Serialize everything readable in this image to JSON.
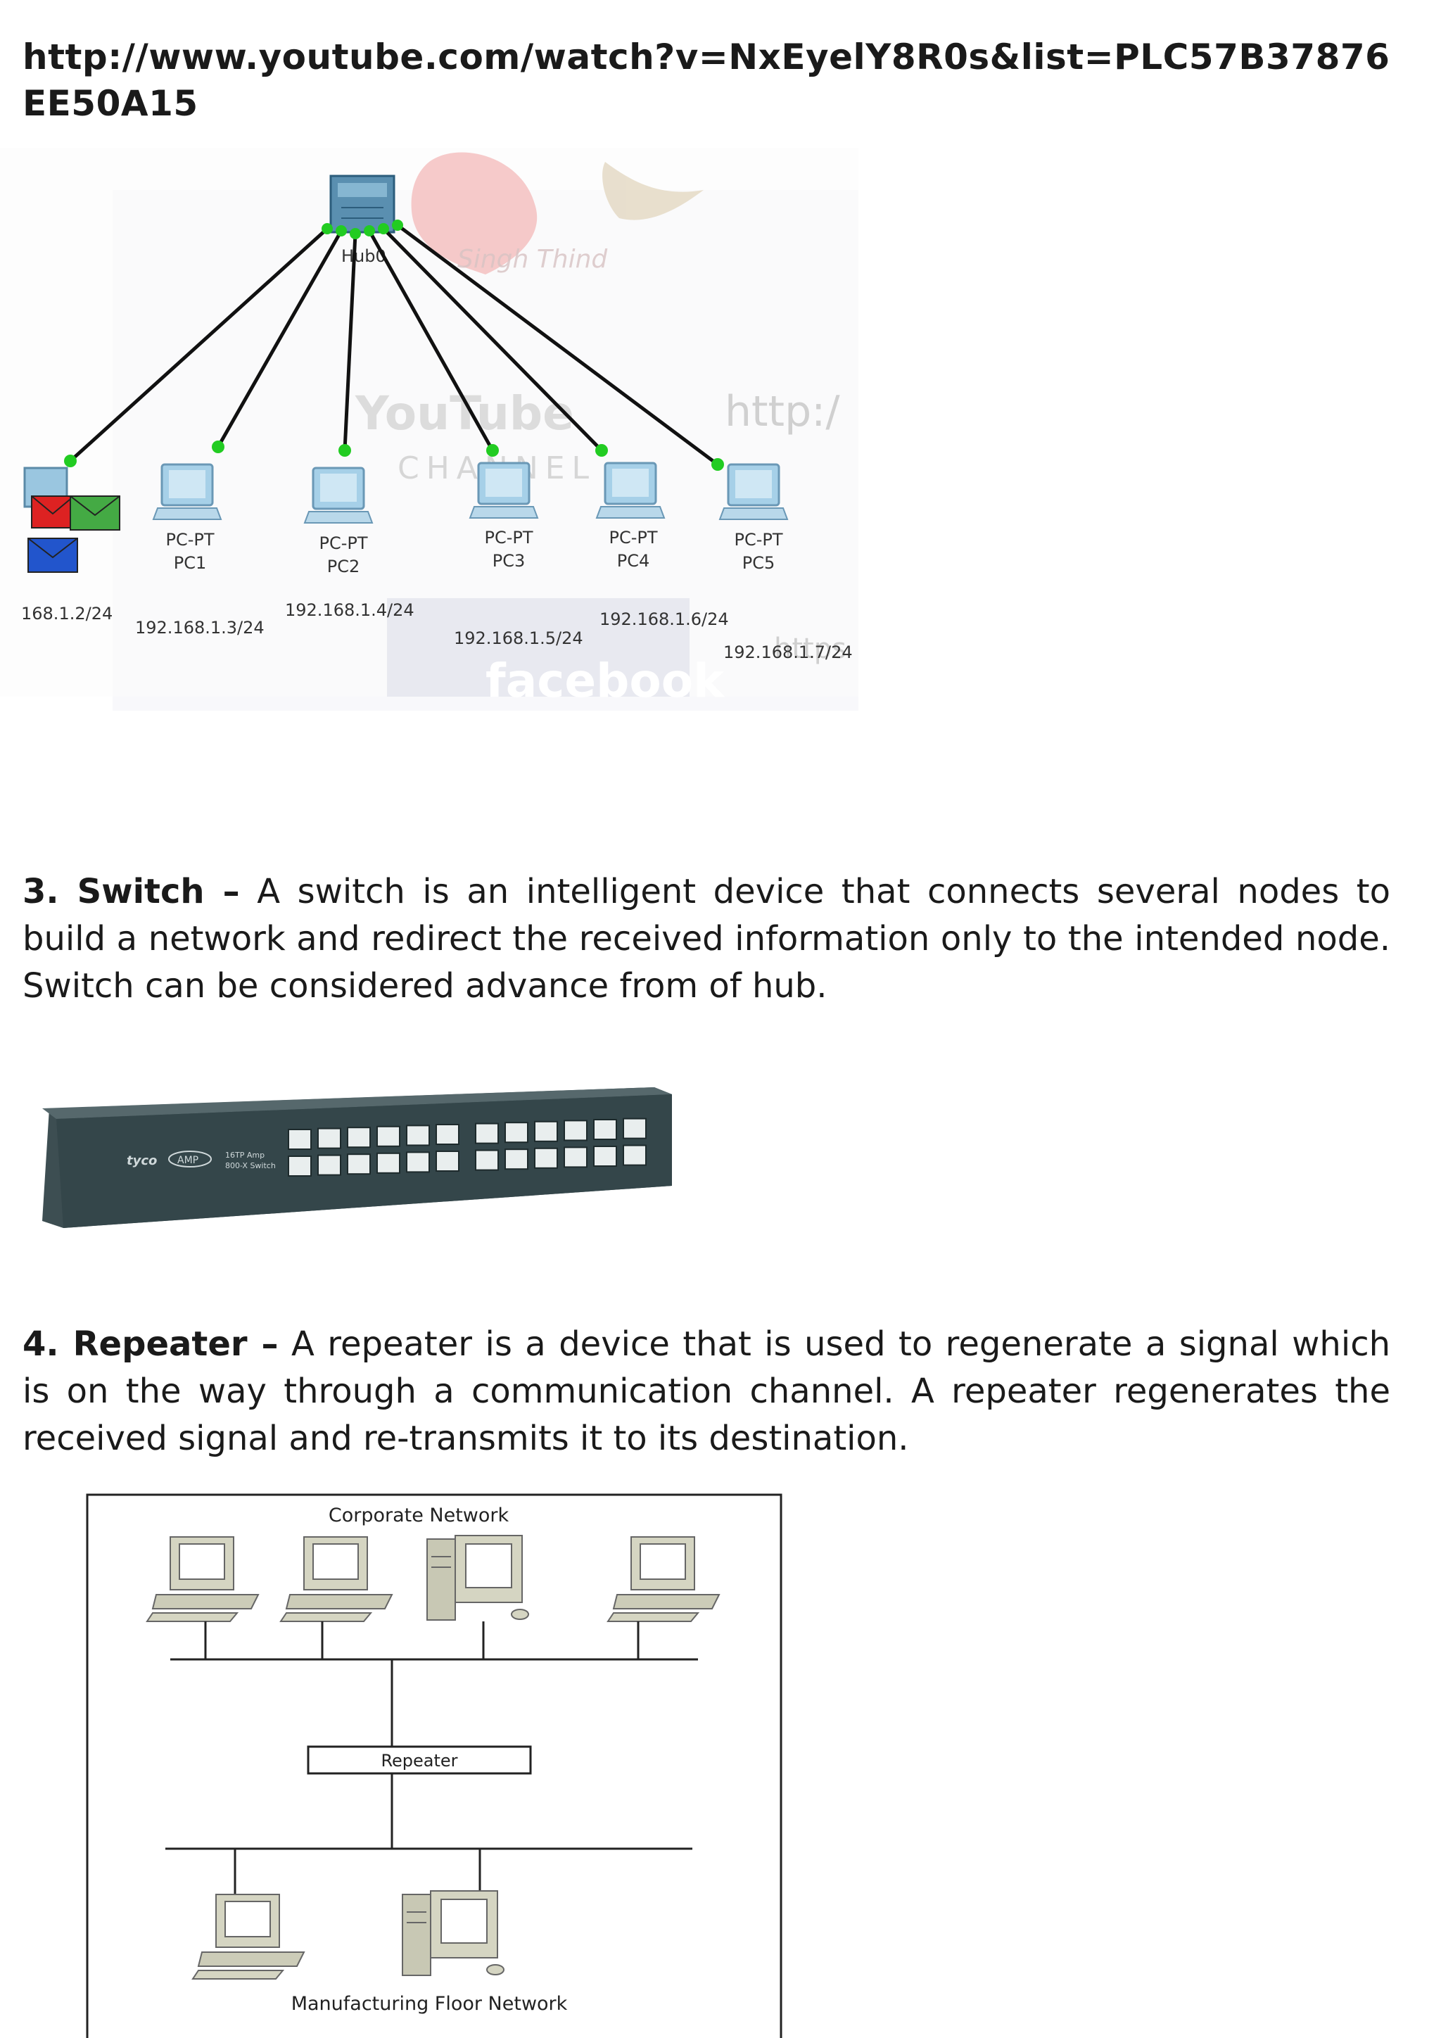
{
  "url": "http://www.youtube.com/watch?v=NxEyelY8R0s&list=PLC57B37876EE50A15",
  "hub_diagram": {
    "hub_label": "Hub0",
    "watermark_script": "Singh Thind",
    "watermark_youtube": "YouTube",
    "watermark_channel": "CHANNEL",
    "watermark_http": "http:/",
    "watermark_facebook": "facebook",
    "watermark_https": "https",
    "pcs": [
      {
        "type": "PC-PT",
        "name": "PC1",
        "ip": "192.168.1.3/24"
      },
      {
        "type": "PC-PT",
        "name": "PC2",
        "ip": "192.168.1.4/24"
      },
      {
        "type": "PC-PT",
        "name": "PC3",
        "ip": "192.168.1.5/24"
      },
      {
        "type": "PC-PT",
        "name": "PC4",
        "ip": "192.168.1.6/24"
      },
      {
        "type": "PC-PT",
        "name": "PC5",
        "ip": "192.168.1.7/24"
      }
    ],
    "pc0_ip": "168.1.2/24"
  },
  "switch_section": {
    "heading": "3. Switch –",
    "body": " A switch is an intelligent device that connects several nodes to build a network and redirect the received information only to the intended node. Switch can be considered advance from of hub."
  },
  "switch_image": {
    "brand": "tyco",
    "badge": "AMP",
    "model": "16TP Amp",
    "model2": "800-X Switch"
  },
  "repeater_section": {
    "heading": "4. Repeater –",
    "body": " A repeater is a device that is used to regenerate a signal which is on the way through a communication channel. A repeater regenerates the received signal and re-transmits it to its destination."
  },
  "repeater_diagram": {
    "top_label": "Corporate Network",
    "repeater_label": "Repeater",
    "bottom_label": "Manufacturing Floor Network"
  }
}
